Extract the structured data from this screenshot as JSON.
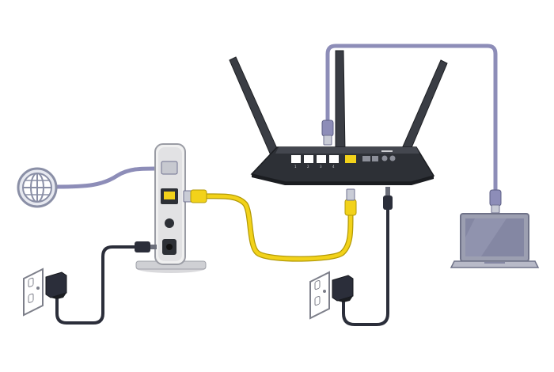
{
  "colors": {
    "background": "#ffffff",
    "ethernet_cable": "#f2d21a",
    "ethernet_cable_outline": "#b39a06",
    "lan_cable": "#8d8db8",
    "coax_cable": "#8d8db8",
    "power_cable": "#2b2e3a",
    "router_body": "#2d3036",
    "modem_body": "#eeeeee",
    "laptop_body": "#9c9fb1",
    "laptop_screen": "#8487a3",
    "wall_outlet": "#ffffff",
    "globe": "#8a8fa6"
  },
  "icons": [
    "globe-icon",
    "cable-modem",
    "wifi-router",
    "laptop",
    "wall-outlet",
    "power-adapter",
    "ethernet-connector"
  ],
  "router_port_labels": [
    "1",
    "2",
    "3",
    "4"
  ]
}
